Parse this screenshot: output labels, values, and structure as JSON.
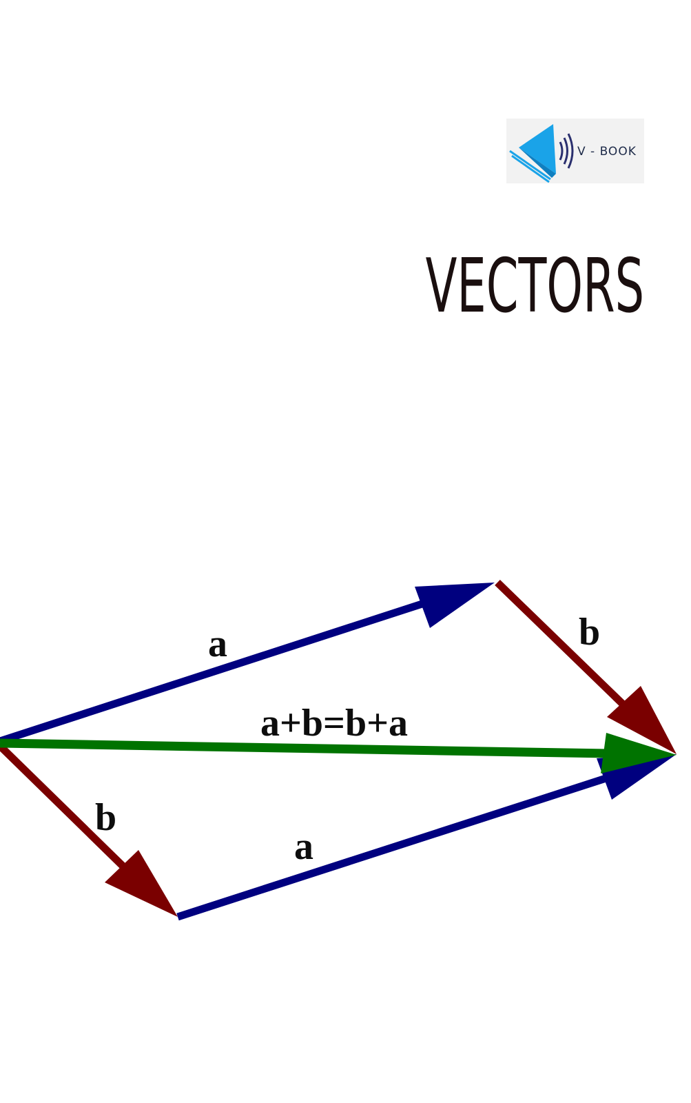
{
  "logo": {
    "text": "V - BOOK",
    "colors": {
      "triangle": "#1aa3e8",
      "waves": "#2a2f6e",
      "text": "#1d2a48"
    },
    "icon": "play-book-sound-icon"
  },
  "title": "VECTORS",
  "diagram": {
    "labels": {
      "top_a": "a",
      "top_b": "b",
      "sum": "a+b=b+a",
      "bottom_b": "b",
      "bottom_a": "a"
    },
    "colors": {
      "vector_a": "#00007f",
      "vector_b": "#7a0000",
      "vector_sum": "#007300"
    }
  }
}
